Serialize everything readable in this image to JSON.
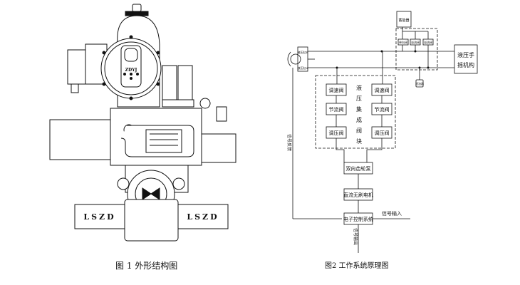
{
  "figure1": {
    "caption": "图 1 外形结构图",
    "top_label": "ZDYJ",
    "left_brand": "LSZD",
    "right_brand": "LSZD"
  },
  "figure2": {
    "caption": "图2  工作系统原理图",
    "oil_tank": "蓄能器",
    "small_valve_1": "单向阀",
    "small_valve_2": "溢流阀",
    "small_valve_3": "溢流阀",
    "small_part_below": "滤油器",
    "cylinder_top": "液压缸B",
    "cylinder_bottom": "液压缸A",
    "manual_mechanism": [
      "液压手",
      "摇机构"
    ],
    "block_title": [
      "液",
      "压",
      "集",
      "成",
      "阀",
      "块"
    ],
    "left_valves": [
      "调速阀",
      "节流阀",
      "调压阀"
    ],
    "right_valves": [
      "调速阀",
      "节流阀",
      "调压阀"
    ],
    "pump": "双向齿轮泵",
    "motor": "直流无刷电机",
    "controller": "电子控制系统",
    "signal_input": "信号输入",
    "signal_feedback": "信号反馈",
    "signal_output": "信号输出"
  }
}
